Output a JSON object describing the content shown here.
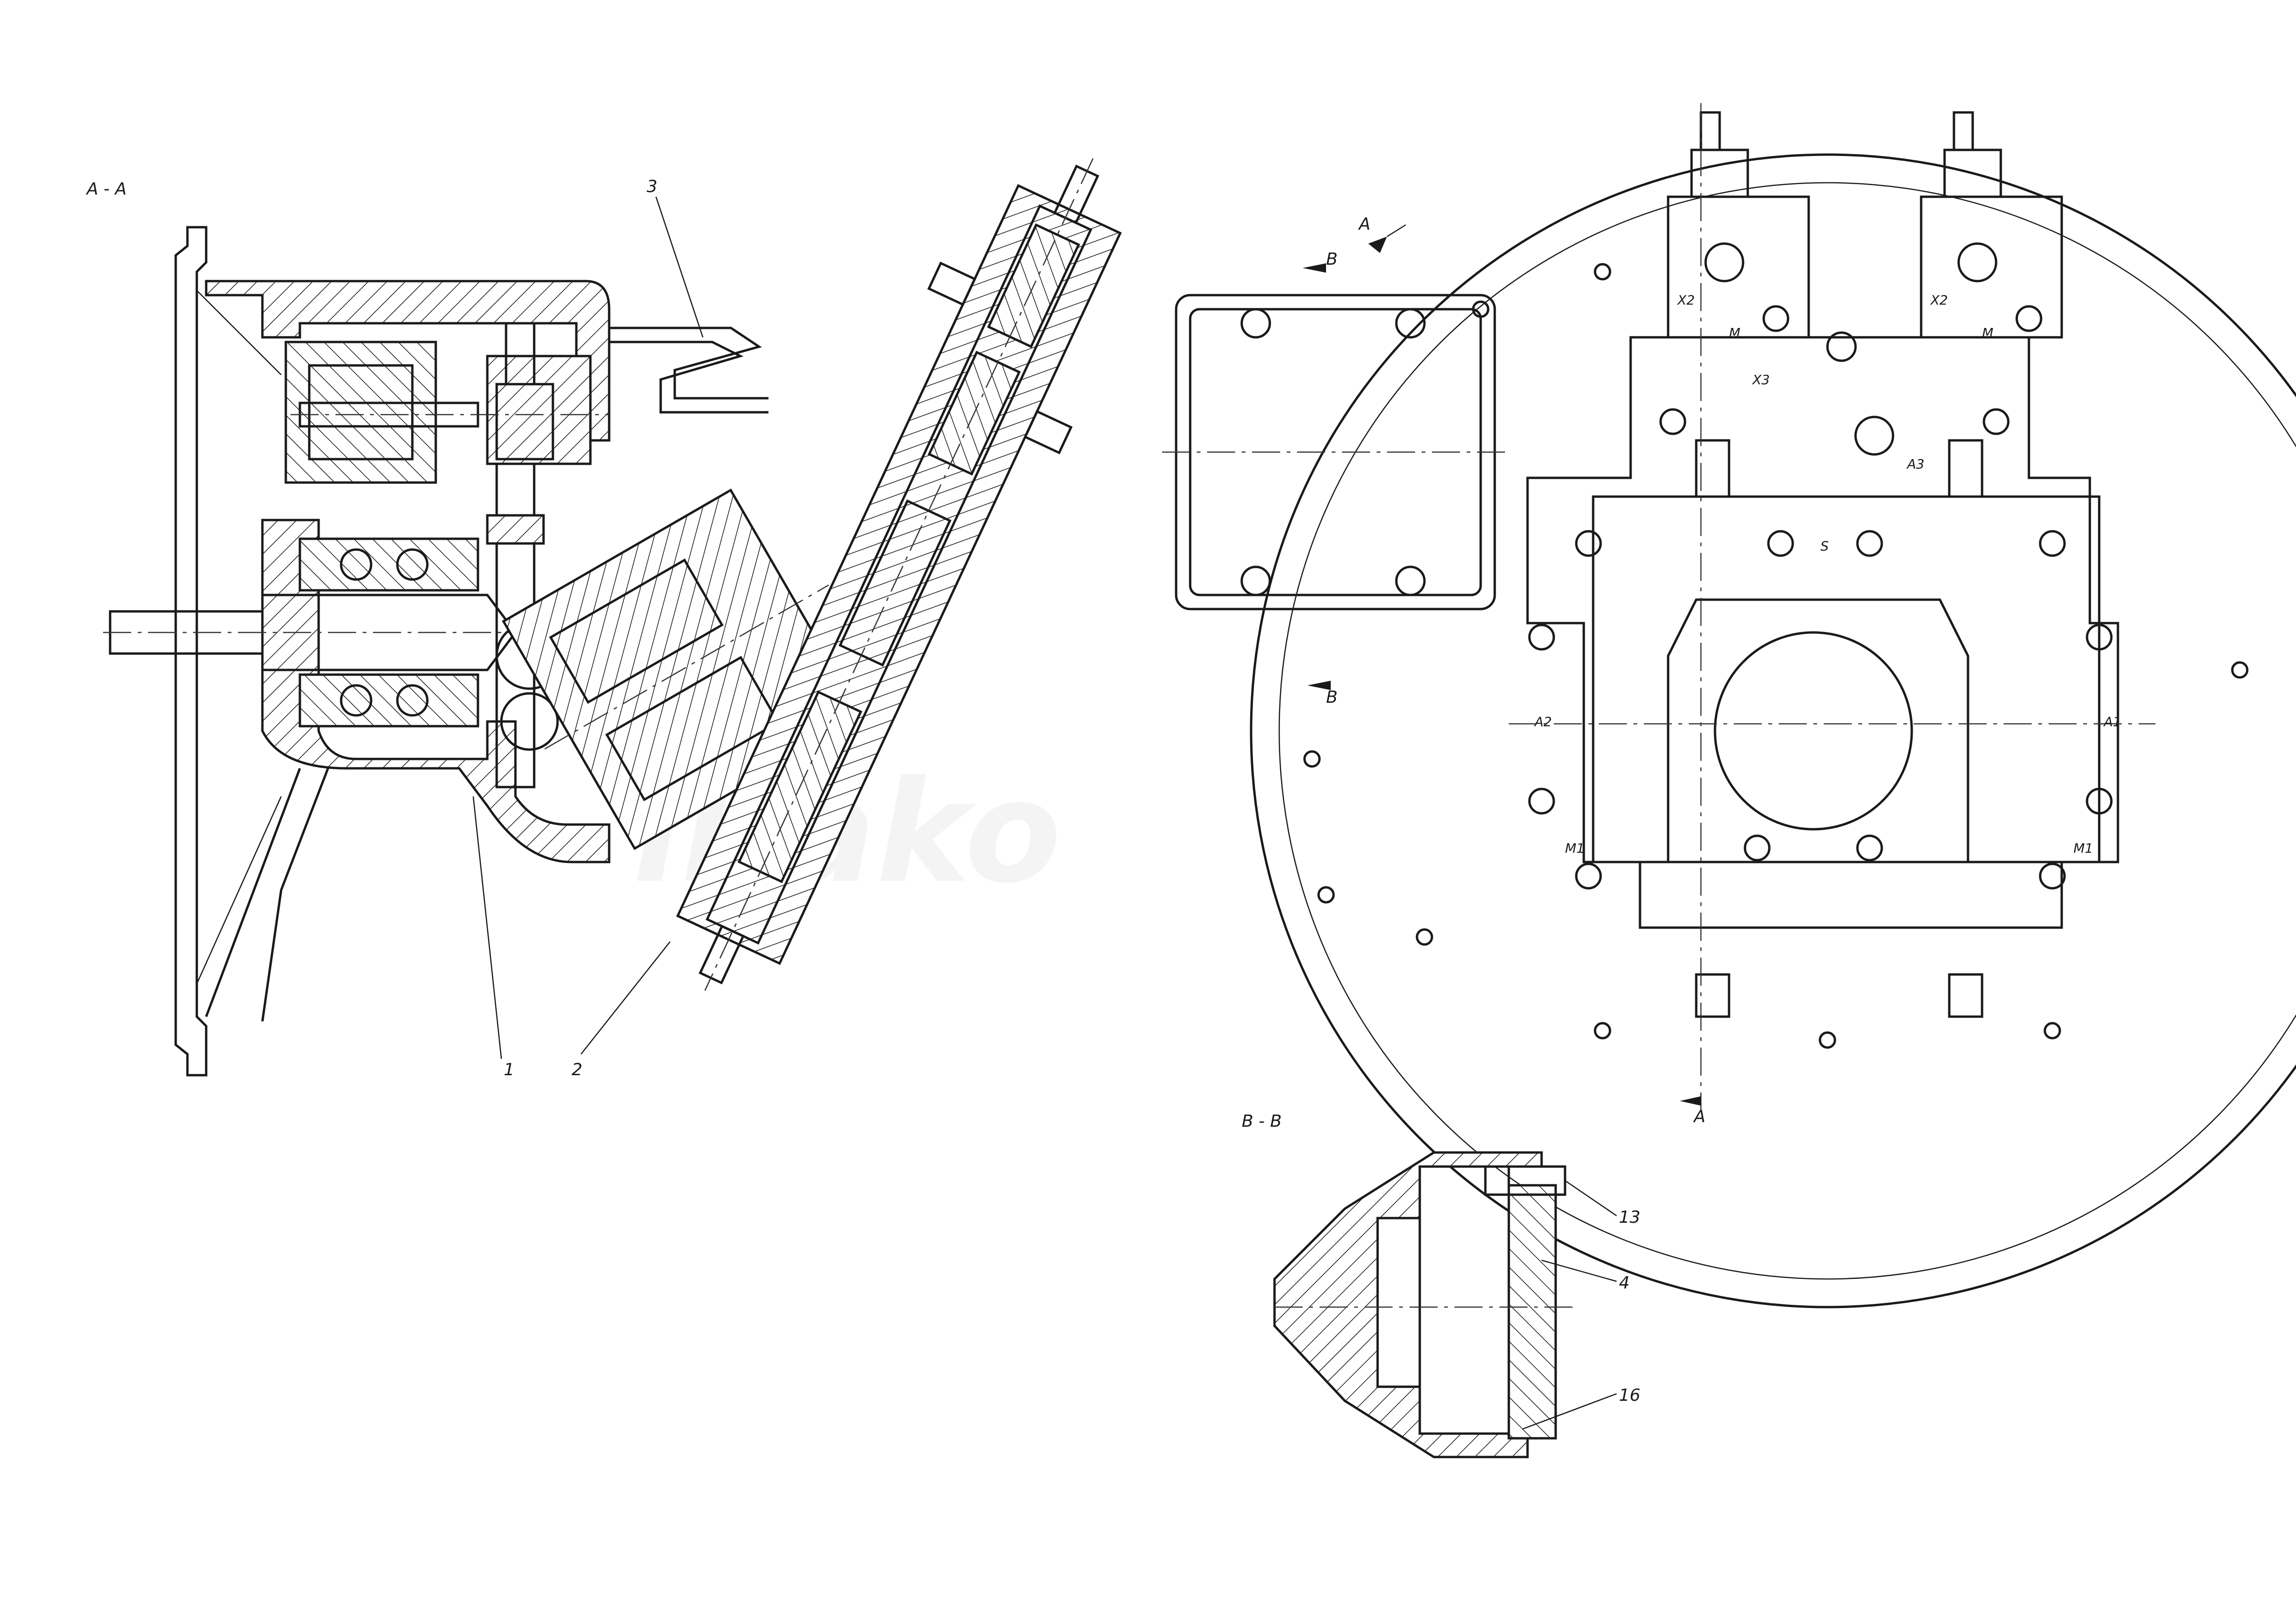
{
  "section_labels": {
    "aa": "A - A",
    "bb": "B - B"
  },
  "cut_markers": {
    "a_top": "A",
    "a_bottom": "A",
    "b_top": "B",
    "b_bottom": "B"
  },
  "callouts": {
    "c1": "1",
    "c2": "2",
    "c3": "3",
    "c4": "4",
    "c13": "13",
    "c16": "16"
  },
  "port_labels": {
    "x2_left": "X2",
    "x2_right": "X2",
    "x3": "X3",
    "m_left": "M",
    "m_right": "M",
    "a3": "A3",
    "s": "S",
    "a1": "A1",
    "a2": "A2",
    "m1_left": "M1",
    "m1_right": "M1"
  },
  "watermark": "ibako"
}
